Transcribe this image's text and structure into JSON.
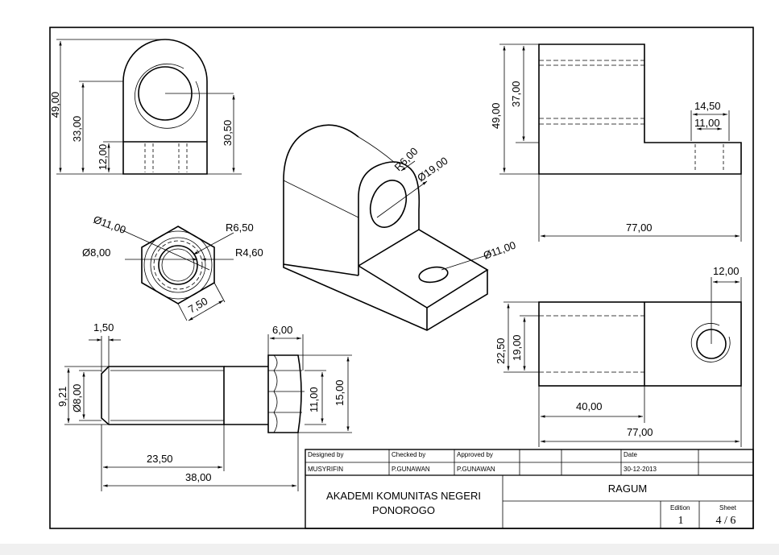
{
  "dimensions": {
    "front_view": {
      "h49": "49,00",
      "h33": "33,00",
      "h12": "12,00",
      "h30_5": "30,50"
    },
    "nut_view": {
      "d11": "Ø11,00",
      "d8": "Ø8,00",
      "r6_5": "R6,50",
      "r4_6": "R4,60",
      "w7_5": "7,50"
    },
    "bolt_view": {
      "l1_5": "1,50",
      "d9_21": "9,21",
      "d8": "Ø8,00",
      "l23_5": "23,50",
      "l38": "38,00"
    },
    "bolt_head": {
      "w6": "6,00",
      "h11": "11,00",
      "h15": "15,00"
    },
    "iso_view": {
      "r6": "R6,00",
      "d19": "Ø19,00",
      "d11": "Ø11,00"
    },
    "side_view": {
      "h49": "49,00",
      "h37": "37,00",
      "w14_5": "14,50",
      "w11": "11,00",
      "l77": "77,00"
    },
    "top_view": {
      "w12": "12,00",
      "h22_5": "22,50",
      "h19": "19,00",
      "l40": "40,00",
      "l77": "77,00"
    }
  },
  "title_block": {
    "designed_by_label": "Designed by",
    "designed_by": "MUSYRIFIN",
    "checked_by_label": "Checked by",
    "checked_by": "P.GUNAWAN",
    "approved_by_label": "Approved by",
    "approved_by": "P.GUNAWAN",
    "date_label": "Date",
    "date": "30-12-2013",
    "institution_line1": "AKADEMI KOMUNITAS NEGERI",
    "institution_line2": "PONOROGO",
    "title": "RAGUM",
    "edition_label": "Edition",
    "edition": "1",
    "sheet_label": "Sheet",
    "sheet": "4 / 6"
  }
}
